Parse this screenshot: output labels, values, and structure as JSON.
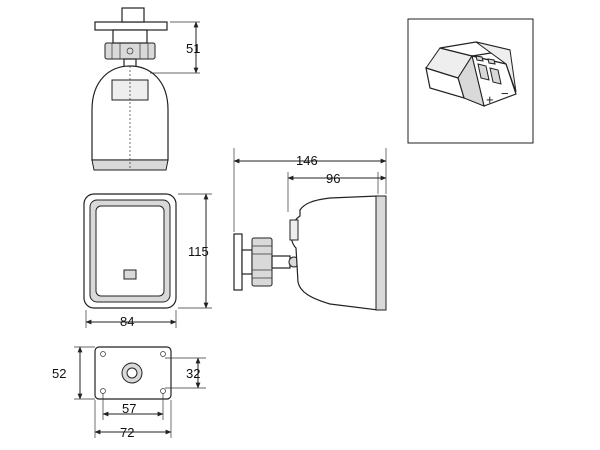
{
  "dimensions": {
    "side_top_height": "51",
    "front_height": "115",
    "front_width": "84",
    "side_total_depth": "146",
    "side_body_depth": "96",
    "bracket_height": "52",
    "bracket_hole_vertical": "32",
    "bracket_hole_horizontal": "57",
    "bracket_width": "72"
  },
  "terminal": {
    "plus_symbol": "+",
    "minus_symbol": "−"
  },
  "colors": {
    "line": "#222222",
    "shade": "#d9d9d9",
    "background": "#ffffff"
  }
}
